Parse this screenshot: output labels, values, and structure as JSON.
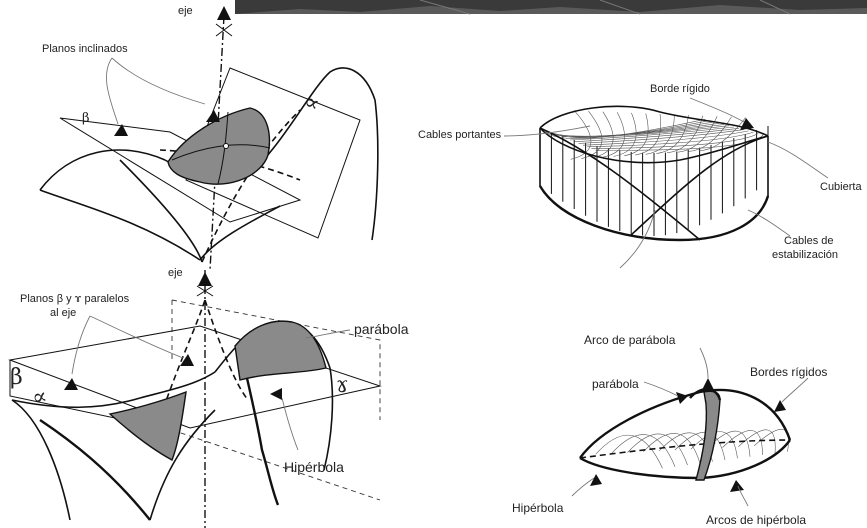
{
  "top_left": {
    "axis_label": "eje",
    "planes_label": "Planos inclinados",
    "beta": "β",
    "alpha": "∝"
  },
  "bottom_left": {
    "axis_label": "eje",
    "planes_label_line1": "Planos β y ɤ paralelos",
    "planes_label_line2": "al eje",
    "beta": "β",
    "alpha": "∝",
    "gamma": "ɤ",
    "parabola_label": "parábola",
    "hyperbola_label": "Hipérbola"
  },
  "top_right": {
    "rigid_edge_label": "Borde rígido",
    "bearing_cables_label": "Cables portantes",
    "roof_label": "Cubierta",
    "stab_cables_line1": "Cables de",
    "stab_cables_line2": "estabilización"
  },
  "bottom_right": {
    "parabola_arc_label": "Arco de parábola",
    "parabola_label": "parábola",
    "rigid_edges_label": "Bordes rígidos",
    "hyperbola_label": "Hipérbola",
    "hyperbola_arcs_label": "Arcos de hipérbola"
  },
  "photo_strip_color": "#3a3a3a"
}
